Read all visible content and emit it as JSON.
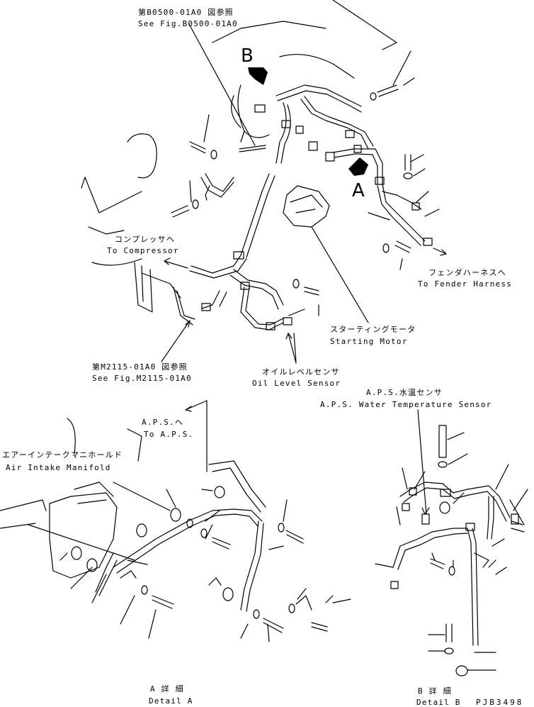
{
  "labels": {
    "ref_b0500_jp": "第B0500-01A0 図参照",
    "ref_b0500_en": "See Fig.B0500-01A0",
    "view_b": "B",
    "view_a": "A",
    "compressor_jp": "コンプレッサヘ",
    "compressor_en": "To Compressor",
    "fender_jp": "フェンダハーネスへ",
    "fender_en": "To Fender Harness",
    "starting_motor_jp": "スターティングモータ",
    "starting_motor_en": "Starting Motor",
    "ref_m2115_jp": "第M2115-01A0 図参照",
    "ref_m2115_en": "See Fig.M2115-01A0",
    "oil_level_jp": "オイルレベルセンサ",
    "oil_level_en": "Oil Level Sensor",
    "aps_jp": "A.P.S.へ",
    "aps_en": "To A.P.S.",
    "aps_water_jp": "A.P.S.水温センサ",
    "aps_water_en": "A.P.S. Water Temperature Sensor",
    "air_intake_jp": "エアーインテークマニホールド",
    "air_intake_en": "Air Intake Manifold",
    "detail_a_jp": "A 詳 細",
    "detail_a_en": "Detail A",
    "detail_b_jp": "B 詳 細",
    "detail_b_en": "Detail B",
    "drawing_no": "PJB3498"
  }
}
